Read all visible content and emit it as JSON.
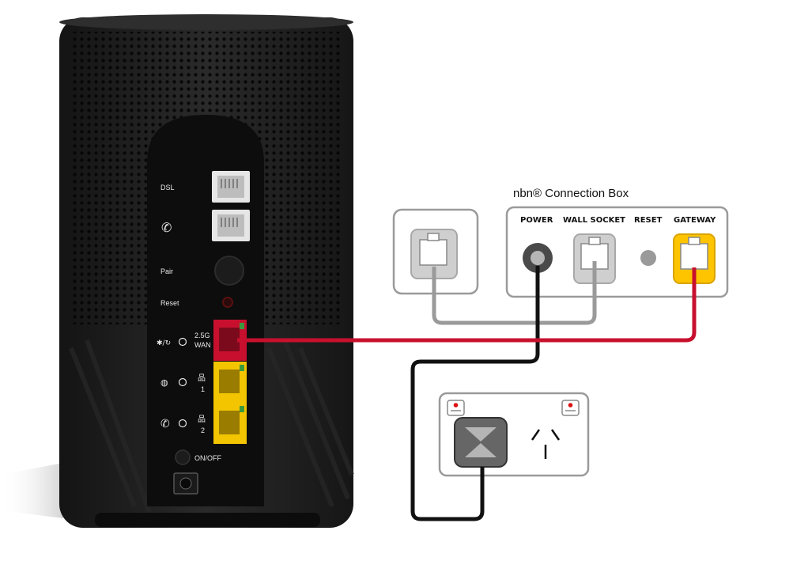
{
  "router": {
    "labels": {
      "dsl": "DSL",
      "pair": "Pair",
      "reset": "Reset",
      "wan_line1": "2.5G",
      "wan_line2": "WAN",
      "lan1": "1",
      "lan2": "2",
      "onoff": "ON/OFF"
    },
    "port_colors": {
      "wan": "#c8102e",
      "lan": "#f2c500"
    }
  },
  "nbn_box": {
    "title": "nbn® Connection Box",
    "ports": {
      "power": "POWER",
      "wall_socket": "WALL SOCKET",
      "reset": "RESET",
      "gateway": "GATEWAY"
    },
    "gateway_color": "#ffc400"
  },
  "cables": {
    "wan_to_gateway": "#c8102e",
    "wall_socket": "#9a9a9a",
    "power": "#111111"
  }
}
